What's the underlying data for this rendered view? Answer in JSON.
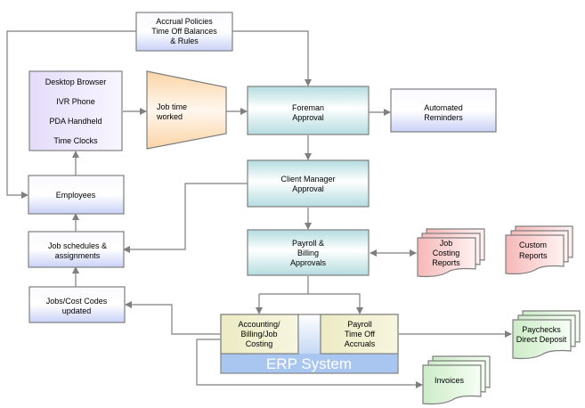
{
  "nodes": {
    "accrual_policies": {
      "lines": [
        "Accrual Policies",
        "Time Off Balances",
        "& Rules"
      ]
    },
    "input_devices": {
      "lines": [
        "Desktop Browser",
        "IVR Phone",
        "PDA Handheld",
        "Time Clocks"
      ]
    },
    "job_time_worked": {
      "lines": [
        "Job time",
        "worked"
      ]
    },
    "foreman_approval": {
      "lines": [
        "Foreman",
        "Approval"
      ]
    },
    "automated_reminders": {
      "lines": [
        "Automated",
        "Reminders"
      ]
    },
    "client_manager_approval": {
      "lines": [
        "Client Manager",
        "Approval"
      ]
    },
    "employees": {
      "lines": [
        "Employees"
      ]
    },
    "job_schedules": {
      "lines": [
        "Job schedules &",
        "assignments"
      ]
    },
    "payroll_billing_approvals": {
      "lines": [
        "Payroll &",
        "Billing",
        "Approvals"
      ]
    },
    "job_costing_reports": {
      "lines": [
        "Job",
        "Costing",
        "Reports"
      ]
    },
    "custom_reports": {
      "lines": [
        "Custom",
        "Reports"
      ]
    },
    "jobs_cost_codes": {
      "lines": [
        "Jobs/Cost Codes",
        "updated"
      ]
    },
    "accounting": {
      "lines": [
        "Accounting/",
        "Billing/Job",
        "Costing"
      ]
    },
    "payroll_accruals": {
      "lines": [
        "Payroll",
        "Time Off",
        "Accruals"
      ]
    },
    "erp_system": {
      "label": "ERP System"
    },
    "paychecks": {
      "lines": [
        "Paychecks",
        "Direct Deposit"
      ]
    },
    "invoices": {
      "lines": [
        "Invoices"
      ]
    }
  },
  "colors": {
    "lavender_top": "#f4f4ff",
    "lavender_bottom": "#c8d0f8",
    "teal_top": "#ffffff",
    "teal_edge": "#b7dde0",
    "peach": "#fbd8ae",
    "cream": "#f0f0cc",
    "erp_blue": "#a9c6f0",
    "report_pink": "#f8c6c6",
    "doc_green": "#d6f0d0",
    "edge": "#7f7f7f"
  }
}
